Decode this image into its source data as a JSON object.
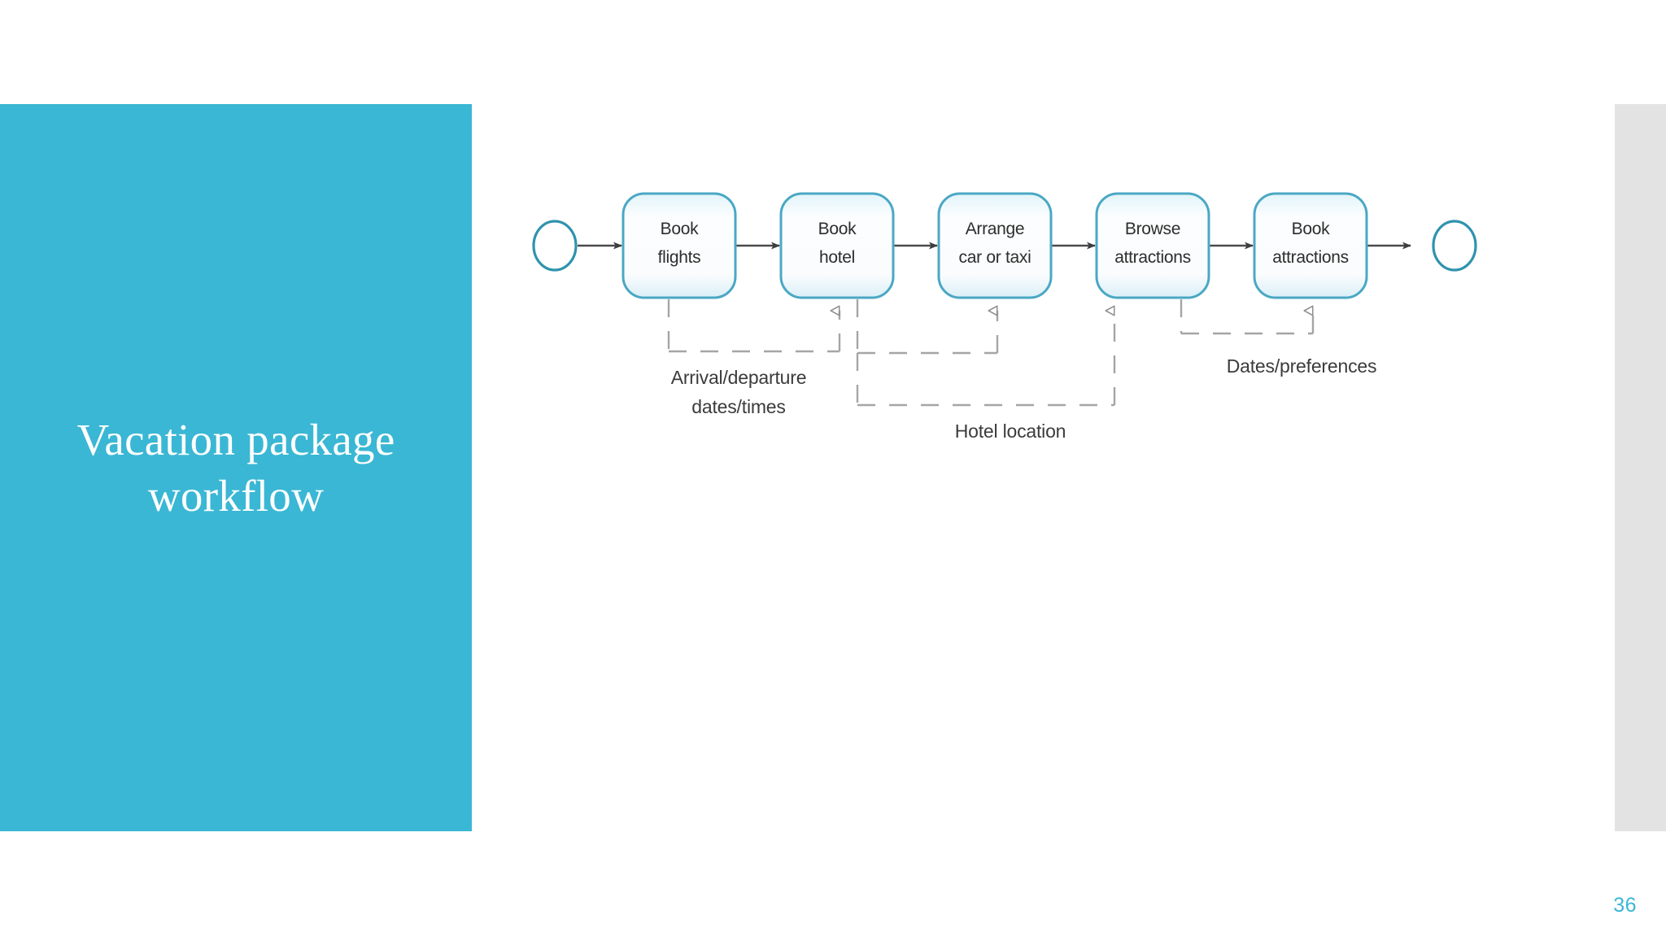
{
  "slide": {
    "title": "Vacation package workflow",
    "page_number": "36",
    "accent_color": "#3ab7d4",
    "panel_band_color": "#e3e3e3",
    "background_color": "#ffffff"
  },
  "diagram": {
    "type": "uml-activity-diagram",
    "start_node": "start-node",
    "end_node": "end-node",
    "nodes": [
      {
        "id": "book-flights",
        "line1": "Book",
        "line2": "flights"
      },
      {
        "id": "book-hotel",
        "line1": "Book",
        "line2": "hotel"
      },
      {
        "id": "arrange-car",
        "line1": "Arrange",
        "line2": "car or taxi"
      },
      {
        "id": "browse-attractions",
        "line1": "Browse",
        "line2": "attractions"
      },
      {
        "id": "book-attractions",
        "line1": "Book",
        "line2": "attractions"
      }
    ],
    "annotations": [
      {
        "id": "arrival-departure",
        "line1": "Arrival/departure",
        "line2": "dates/times"
      },
      {
        "id": "hotel-location",
        "line1": "Hotel location",
        "line2": ""
      },
      {
        "id": "dates-preferences",
        "line1": "Dates/preferences",
        "line2": ""
      }
    ],
    "node_fill": "#eaf7fb",
    "node_stroke": "#4aa8c4",
    "flow_arrow_color": "#4a4a4a",
    "dependency_color": "#9a9a9a"
  }
}
